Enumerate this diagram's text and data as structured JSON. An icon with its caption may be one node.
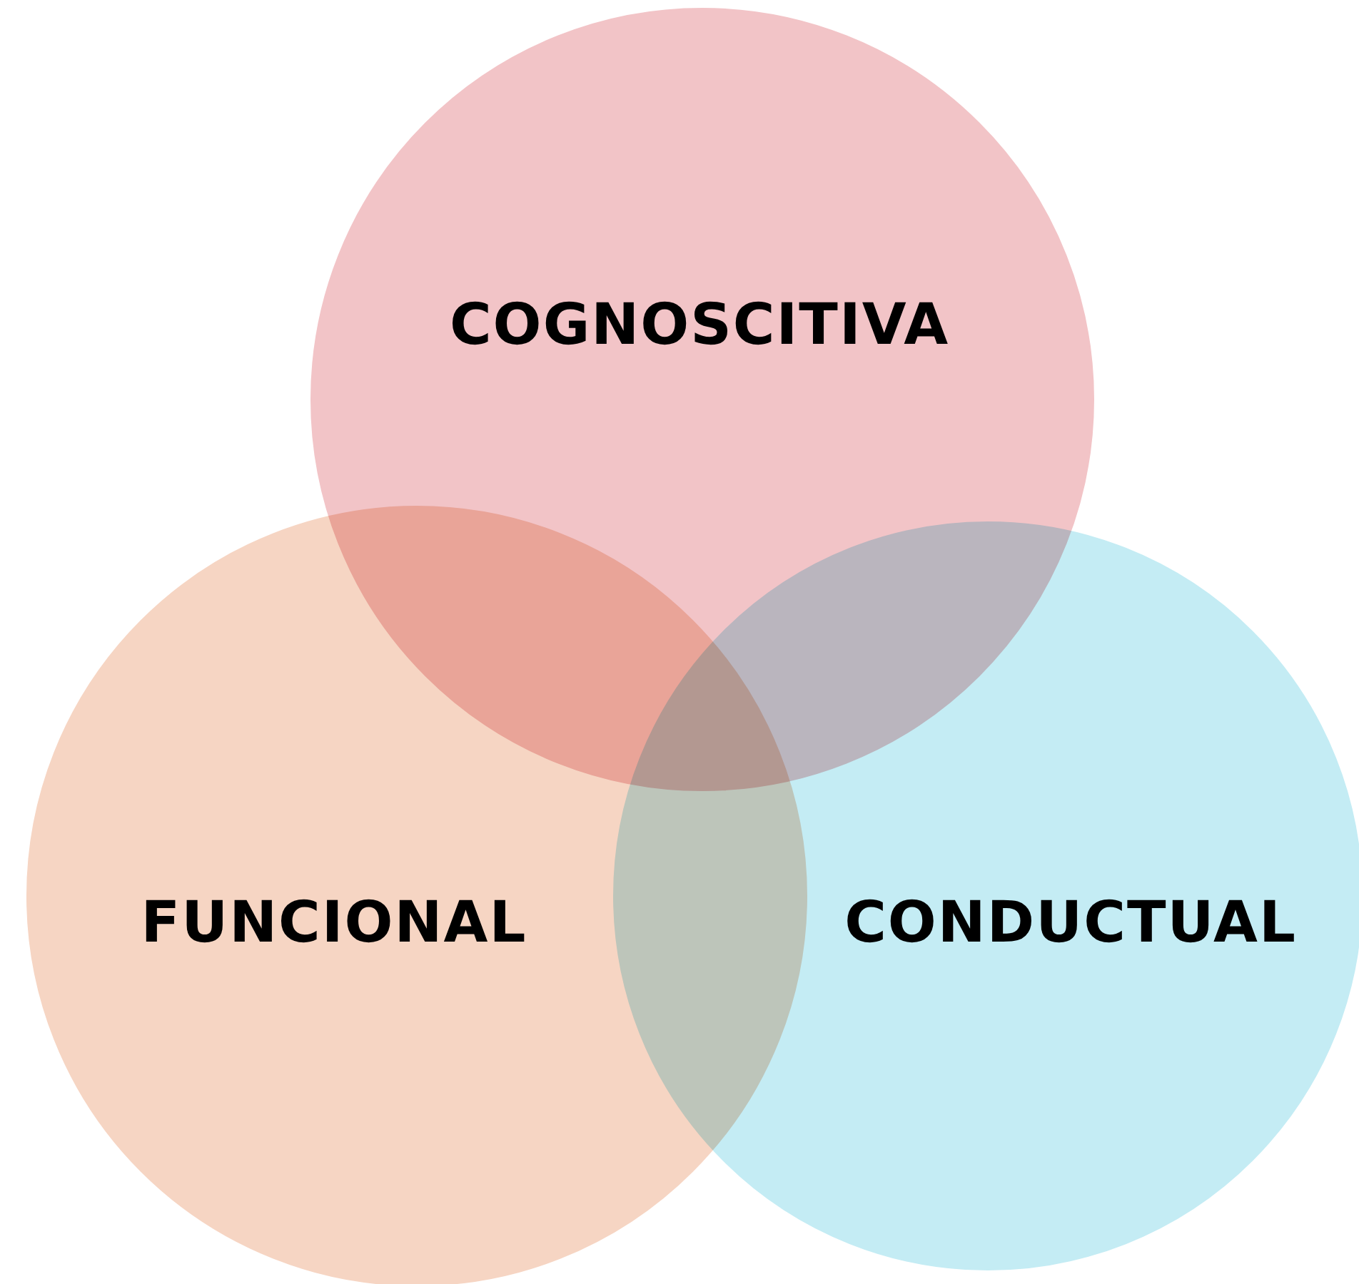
{
  "diagram": {
    "nodes": [
      {
        "text": [
          "COGNOSCITIVA"
        ]
      },
      {
        "text": [
          "FUNCIONAL"
        ]
      },
      {
        "text": [
          "CONDUCTUAL"
        ]
      }
    ]
  }
}
